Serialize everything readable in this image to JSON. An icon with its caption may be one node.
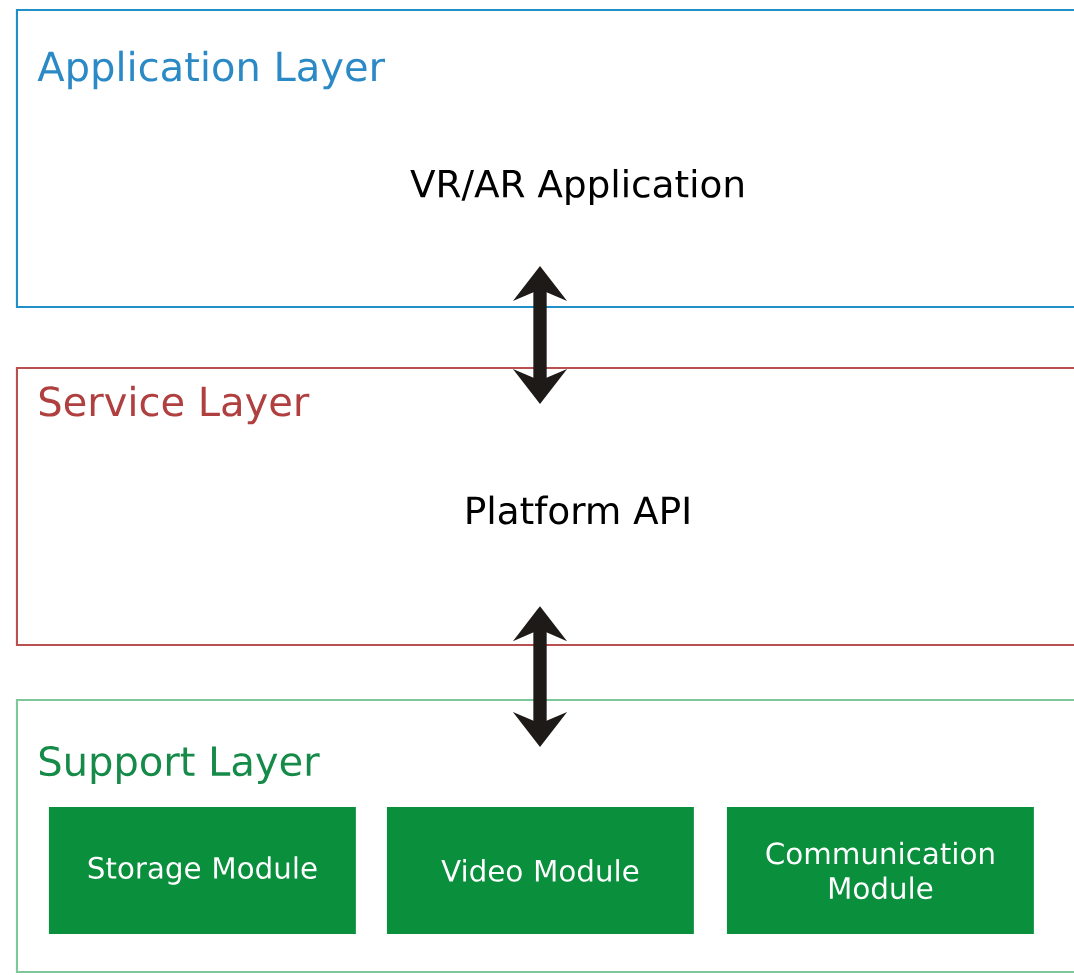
{
  "diagram": {
    "nodes": [
      {
        "text": [
          "Application Layer",
          "VR/AR Application"
        ]
      },
      {
        "text": [
          "Service Layer",
          "Platform API"
        ]
      },
      {
        "text": [
          "Support Layer"
        ]
      },
      {
        "text": [
          "Storage Module"
        ],
        "in": 2
      },
      {
        "text": [
          "Video Module"
        ],
        "in": 2
      },
      {
        "text": [
          "Communication Module"
        ],
        "in": 2
      }
    ],
    "edges": [
      {
        "from": 0,
        "to": 1,
        "arrow": "both"
      },
      {
        "from": 1,
        "to": 2,
        "arrow": "both"
      }
    ]
  }
}
